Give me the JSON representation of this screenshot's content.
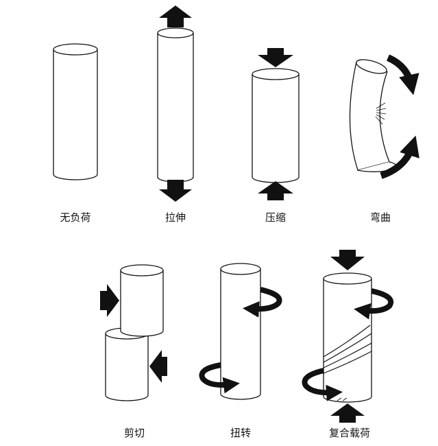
{
  "panels": [
    {
      "id": "no-load",
      "label": "无负荷"
    },
    {
      "id": "tension",
      "label": "拉伸"
    },
    {
      "id": "compression",
      "label": "压缩"
    },
    {
      "id": "bending",
      "label": "弯曲"
    },
    {
      "id": "shear",
      "label": "剪切"
    },
    {
      "id": "torsion",
      "label": "扭转"
    },
    {
      "id": "combined",
      "label": "复合载荷"
    }
  ],
  "colors": {
    "ink": "#111111",
    "background": "#ffffff"
  }
}
